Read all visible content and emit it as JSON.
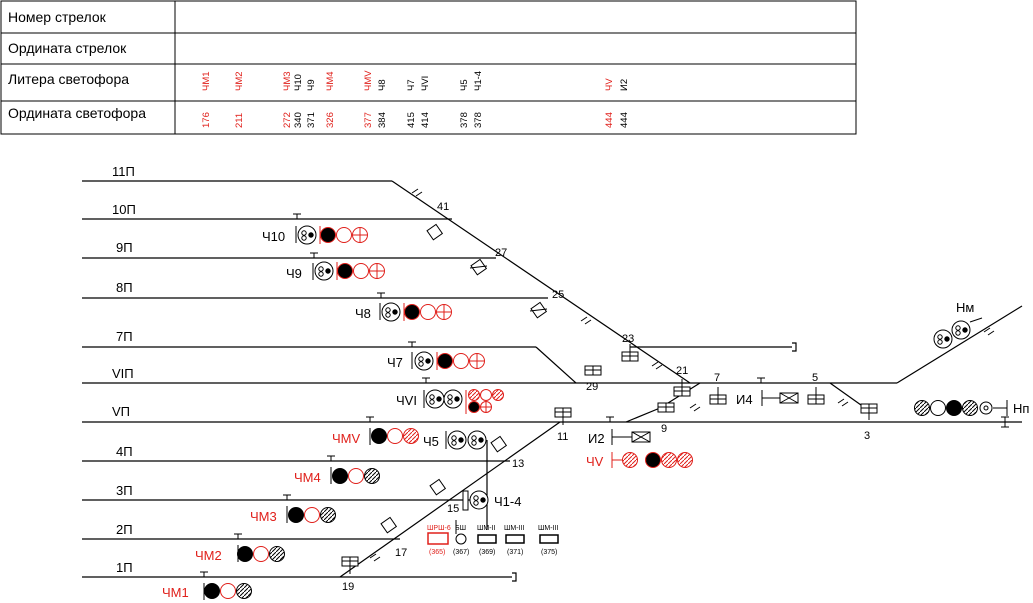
{
  "table": {
    "rows": [
      {
        "label": "Номер стрелок"
      },
      {
        "label": "Ордината стрелок"
      },
      {
        "label": "Литера светофора"
      },
      {
        "label": "Ордината светофора"
      }
    ],
    "signal_columns": [
      {
        "lit": [
          "ЧМ1"
        ],
        "ord": [
          "176"
        ],
        "red": true
      },
      {
        "lit": [
          "ЧМ2"
        ],
        "ord": [
          "211"
        ],
        "red": true
      },
      {
        "lit": [
          "ЧМ3",
          "Ч10",
          "Ч9"
        ],
        "ord": [
          "272",
          "340",
          "371"
        ],
        "red_first": true
      },
      {
        "lit": [
          "ЧМ4"
        ],
        "ord": [
          "326"
        ],
        "red": true
      },
      {
        "lit": [
          "ЧМV",
          "Ч8"
        ],
        "ord": [
          "377",
          "384"
        ],
        "red_first": true
      },
      {
        "lit": [
          "Ч7",
          "ЧVI"
        ],
        "ord": [
          "415",
          "414"
        ],
        "red": false
      },
      {
        "lit": [
          "Ч5",
          "Ч1-4"
        ],
        "ord": [
          "378",
          "378"
        ],
        "red": false
      },
      {
        "lit": [
          "ЧV",
          "И2"
        ],
        "ord": [
          "444",
          "444"
        ],
        "red_first": true
      }
    ]
  },
  "tracks": [
    "11П",
    "10П",
    "9П",
    "8П",
    "7П",
    "VIП",
    "VП",
    "4П",
    "3П",
    "2П",
    "1П"
  ],
  "switches": [
    "41",
    "27",
    "25",
    "23",
    "29",
    "21",
    "7",
    "5",
    "9",
    "3",
    "11",
    "13",
    "15",
    "17",
    "19"
  ],
  "signals": {
    "black": [
      "Ч10",
      "Ч9",
      "Ч8",
      "Ч7",
      "ЧVI",
      "Ч5",
      "Ч1-4",
      "И4",
      "И2",
      "Нм",
      "Нп"
    ],
    "red": [
      "ЧМV",
      "ЧМ4",
      "ЧМ3",
      "ЧМ2",
      "ЧМ1",
      "ЧV"
    ]
  },
  "equipment": [
    {
      "label": "ШРШ-6",
      "num": "(365)",
      "red": true
    },
    {
      "label": "БШ",
      "num": "(367)",
      "red": false
    },
    {
      "label": "ШМ-II",
      "num": "(369)",
      "red": false
    },
    {
      "label": "ШМ-III",
      "num": "(371)",
      "red": false
    },
    {
      "label": "ШМ-III",
      "num": "(375)",
      "red": false
    }
  ],
  "colors": {
    "line": "#000000",
    "red": "#e0201b",
    "text": "#000000"
  }
}
